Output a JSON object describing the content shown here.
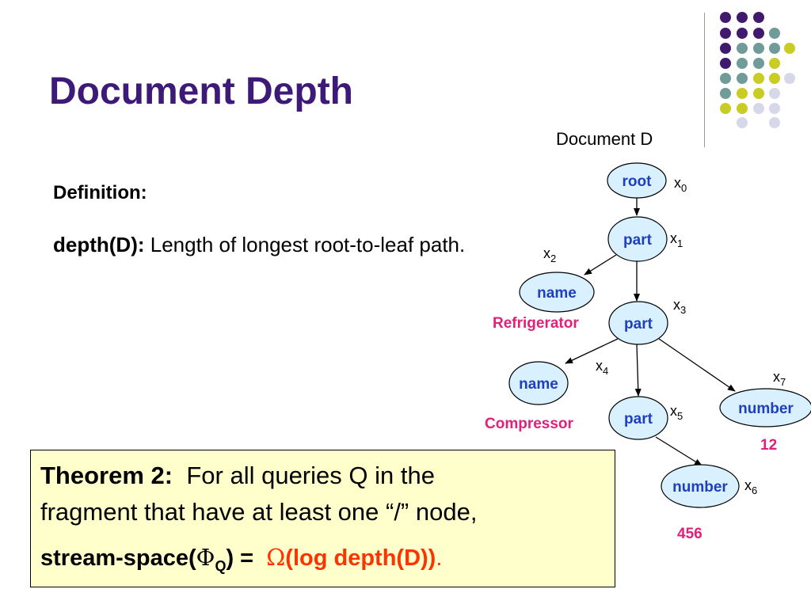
{
  "slide": {
    "title": "Document Depth"
  },
  "definition": {
    "heading": "Definition:",
    "term": "depth(D):",
    "text": "Length of longest root-to-leaf path."
  },
  "diagram": {
    "label": "Document D",
    "nodes": [
      {
        "id": "x0",
        "label": "root",
        "var": "x",
        "sub": "0"
      },
      {
        "id": "x1",
        "label": "part",
        "var": "x",
        "sub": "1"
      },
      {
        "id": "x2",
        "label": "name",
        "var": "x",
        "sub": "2"
      },
      {
        "id": "x3",
        "label": "part",
        "var": "x",
        "sub": "3"
      },
      {
        "id": "x4",
        "label": "name",
        "var": "x",
        "sub": "4"
      },
      {
        "id": "x5",
        "label": "part",
        "var": "x",
        "sub": "5"
      },
      {
        "id": "x6",
        "label": "number",
        "var": "x",
        "sub": "6"
      },
      {
        "id": "x7",
        "label": "number",
        "var": "x",
        "sub": "7"
      }
    ],
    "values": {
      "x2": "Refrigerator",
      "x4": "Compressor",
      "x6": "456",
      "x7": "12"
    },
    "edges": [
      [
        "x0",
        "x1"
      ],
      [
        "x1",
        "x2"
      ],
      [
        "x1",
        "x3"
      ],
      [
        "x3",
        "x4"
      ],
      [
        "x3",
        "x5"
      ],
      [
        "x3",
        "x7"
      ],
      [
        "x5",
        "x6"
      ]
    ]
  },
  "theorem": {
    "label": "Theorem 2:",
    "text1": "For all queries Q in the",
    "text2": "fragment that have at least one “/” node,",
    "lhs_prefix": "stream-space(",
    "phi": "Φ",
    "phi_sub": "Q",
    "lhs_suffix": ") =",
    "omega": "Ω",
    "rhs": "(log depth(D))",
    "period": "."
  },
  "colors": {
    "title": "#3d1a78",
    "node_fill": "#d9f0ff",
    "node_text": "#1f3fbf",
    "value_text": "#e0207a",
    "theorem_bg": "#ffffcc",
    "omega": "#ff3300",
    "dot_purple": "#3f1a6e",
    "dot_teal": "#6f9b98",
    "dot_yellow": "#c9cc22",
    "dot_lavender": "#d7d7ea"
  }
}
